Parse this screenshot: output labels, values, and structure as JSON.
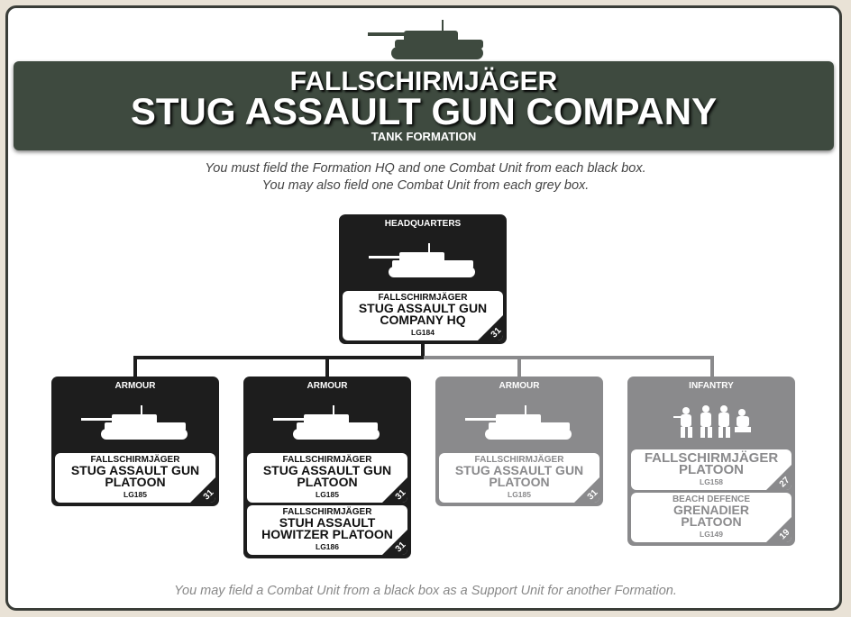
{
  "header": {
    "line1": "FALLSCHIRMJÄGER",
    "line2": "STUG ASSAULT GUN COMPANY",
    "line3": "TANK FORMATION"
  },
  "instructions": {
    "line1": "You must field the Formation HQ and one Combat Unit from each black box.",
    "line2": "You may also field one Combat Unit from each grey box.",
    "footer": "You may field a Combat Unit from a black box as a Support Unit for another Formation."
  },
  "hq": {
    "category": "HEADQUARTERS",
    "units": [
      {
        "nation": "FALLSCHIRMJÄGER",
        "name": "STUG ASSAULT GUN COMPANY HQ",
        "code": "LG184",
        "page": "31"
      }
    ]
  },
  "boxes": [
    {
      "category": "ARMOUR",
      "units": [
        {
          "nation": "FALLSCHIRMJÄGER",
          "name": "STUG ASSAULT GUN PLATOON",
          "code": "LG185",
          "page": "31"
        }
      ]
    },
    {
      "category": "ARMOUR",
      "units": [
        {
          "nation": "FALLSCHIRMJÄGER",
          "name": "STUG ASSAULT GUN PLATOON",
          "code": "LG185",
          "page": "31"
        },
        {
          "nation": "FALLSCHIRMJÄGER",
          "name": "STUH ASSAULT HOWITZER PLATOON",
          "code": "LG186",
          "page": "31"
        }
      ]
    },
    {
      "category": "ARMOUR",
      "units": [
        {
          "nation": "FALLSCHIRMJÄGER",
          "name": "STUG ASSAULT GUN PLATOON",
          "code": "LG185",
          "page": "31"
        }
      ]
    },
    {
      "category": "INFANTRY",
      "units": [
        {
          "nation": "",
          "name": "FALLSCHIRMJÄGER PLATOON",
          "code": "LG158",
          "page": "27"
        },
        {
          "nation": "BEACH DEFENCE",
          "name": "GRENADIER PLATOON",
          "code": "LG149",
          "page": "19"
        }
      ]
    }
  ],
  "colors": {
    "black_box": "#1d1d1d",
    "grey_box": "#8a8a8c",
    "banner": "#3e4a3f"
  }
}
